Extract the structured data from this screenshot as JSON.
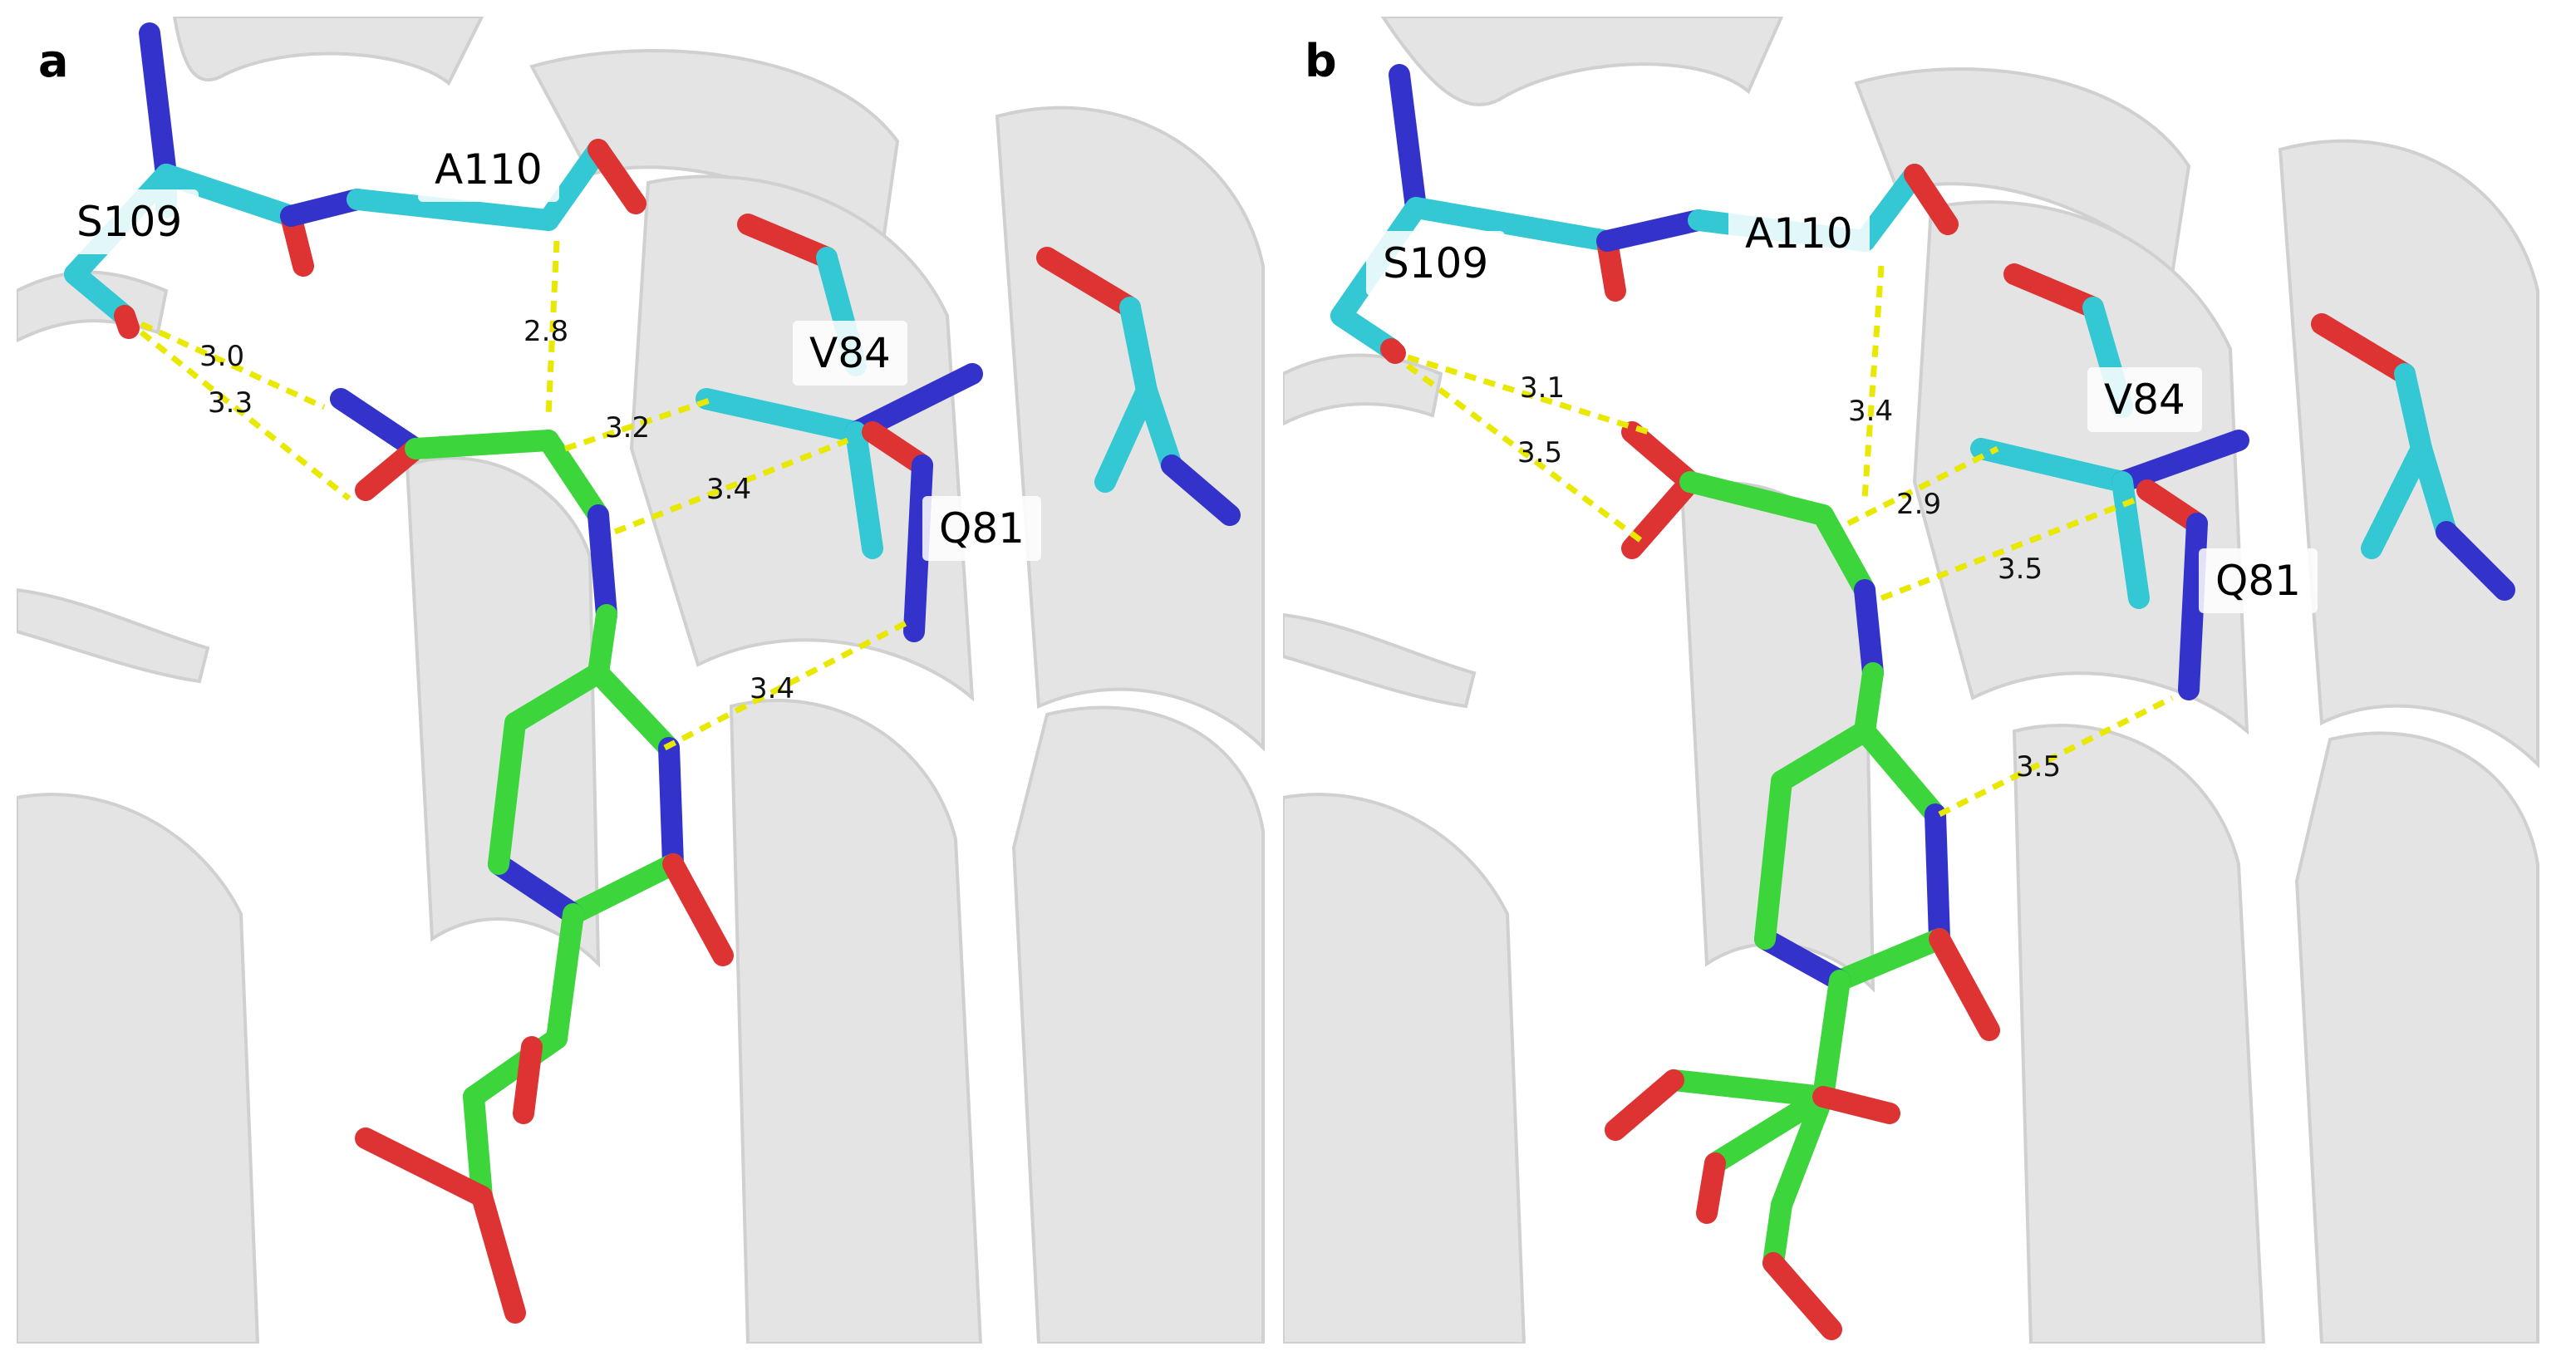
{
  "colors": {
    "background": "#ffffff",
    "cartoon_fill": "#e4e4e4",
    "cartoon_edge": "#cfcfcf",
    "protein_carbon": "#33c8d3",
    "ligand_carbon": "#3cd63c",
    "nitrogen": "#3333cc",
    "oxygen": "#dd3333",
    "hbond": "#e8e800",
    "label_box": "#ffffff"
  },
  "panels": [
    {
      "letter": "a",
      "residues": {
        "s109": "S109",
        "a110": "A110",
        "v84": "V84",
        "q81": "Q81"
      },
      "distances": [
        "3.0",
        "3.3",
        "2.8",
        "3.2",
        "3.4",
        "3.4"
      ]
    },
    {
      "letter": "b",
      "residues": {
        "s109": "S109",
        "a110": "A110",
        "v84": "V84",
        "q81": "Q81"
      },
      "distances": [
        "3.1",
        "3.5",
        "3.4",
        "2.9",
        "3.5",
        "3.5"
      ]
    }
  ]
}
